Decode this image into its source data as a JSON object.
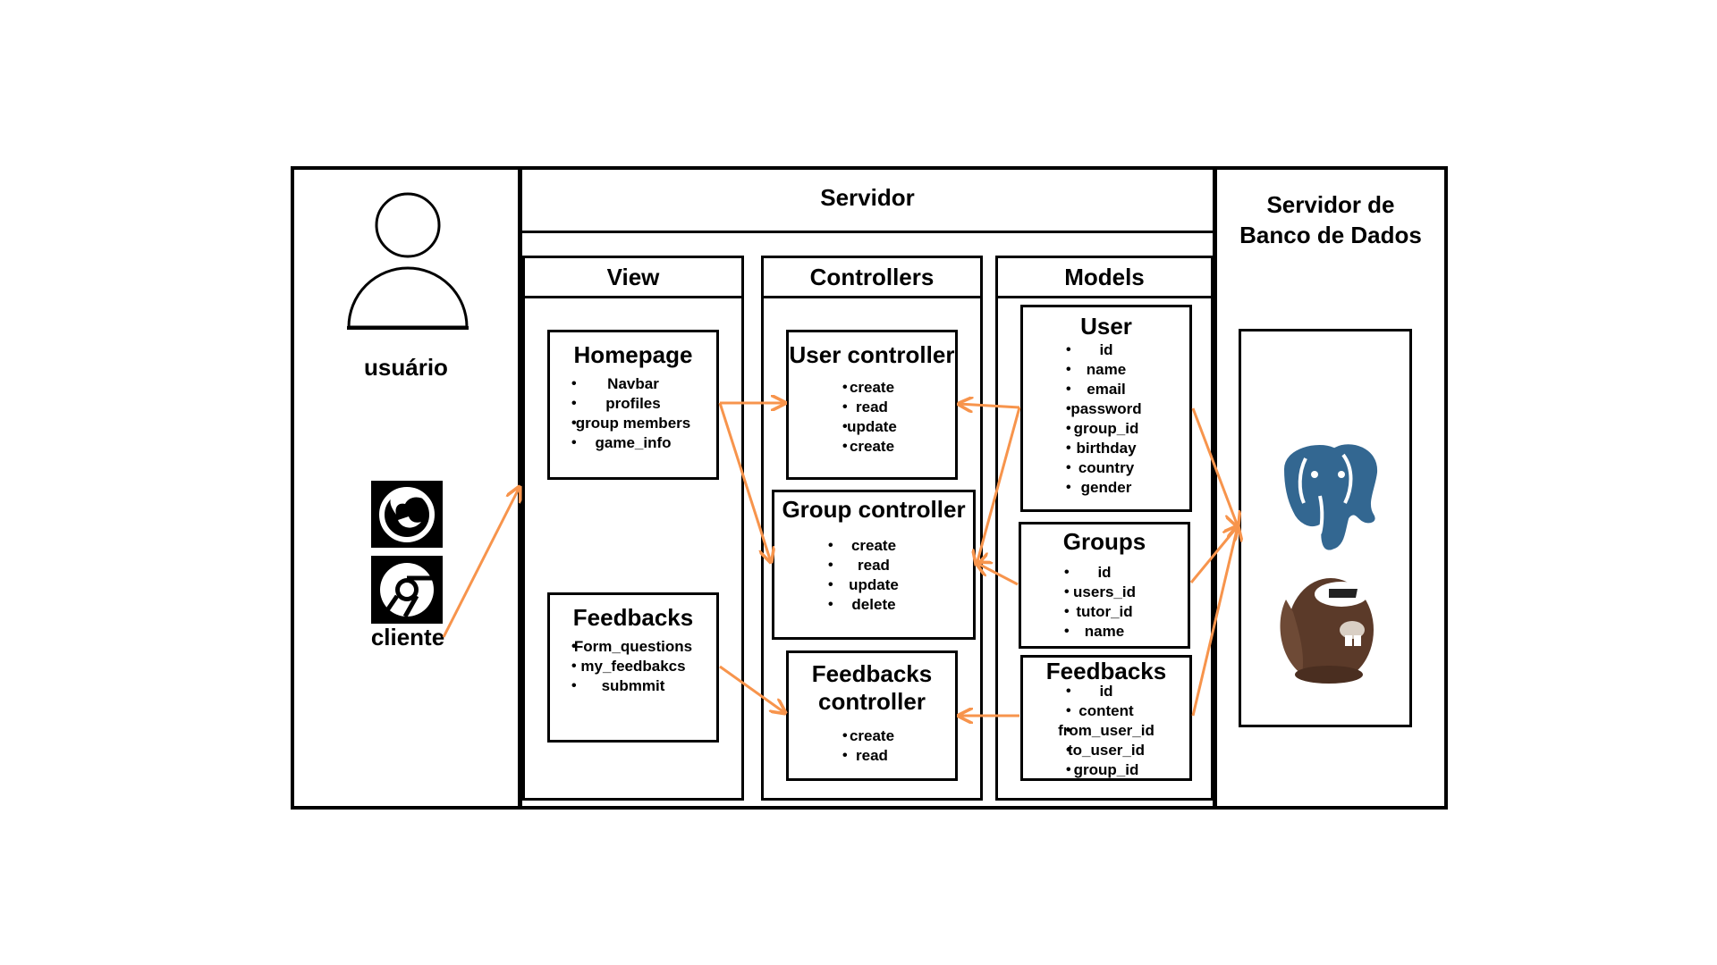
{
  "client_panel": {
    "user_label": "usuário",
    "client_label": "cliente",
    "icons": [
      "user-icon",
      "firefox-icon",
      "chrome-icon"
    ]
  },
  "server": {
    "title": "Servidor",
    "view": {
      "title": "View",
      "homepage": {
        "title": "Homepage",
        "items": [
          "Navbar",
          "profiles",
          "group members",
          "game_info"
        ]
      },
      "feedbacks": {
        "title": "Feedbacks",
        "items": [
          "Form_questions",
          "my_feedbakcs",
          "submmit"
        ]
      }
    },
    "controllers": {
      "title": "Controllers",
      "user": {
        "title": "User controller",
        "items": [
          "create",
          "read",
          "update",
          "create"
        ]
      },
      "group": {
        "title": "Group controller",
        "items": [
          "create",
          "read",
          "update",
          "delete"
        ]
      },
      "feedbacks": {
        "title_line1": "Feedbacks",
        "title_line2": "controller",
        "items": [
          "create",
          "read"
        ]
      }
    },
    "models": {
      "title": "Models",
      "user": {
        "title": "User",
        "items": [
          "id",
          "name",
          "email",
          "password",
          "group_id",
          "birthday",
          "country",
          "gender"
        ]
      },
      "groups": {
        "title": "Groups",
        "items": [
          "id",
          "users_id",
          "tutor_id",
          "name"
        ]
      },
      "feedbacks": {
        "title": "Feedbacks",
        "items": [
          "id",
          "content",
          "from_user_id",
          "to_user_id",
          "group_id"
        ]
      }
    }
  },
  "database": {
    "title_line1": "Servidor de",
    "title_line2": "Banco de Dados",
    "icons": [
      "postgresql-elephant-icon",
      "dbeaver-beaver-icon"
    ]
  },
  "colors": {
    "arrow": "#F7944C",
    "border": "#000000",
    "elephant": "#336791",
    "beaver": "#5B3A29"
  }
}
